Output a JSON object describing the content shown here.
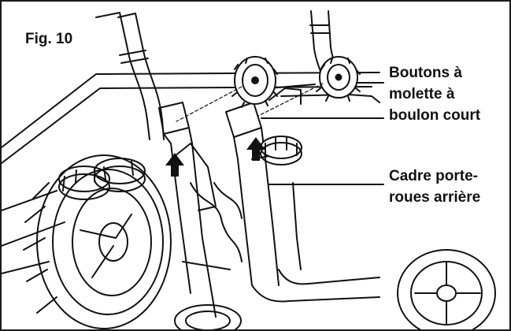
{
  "figure": {
    "title": "Fig. 10"
  },
  "labels": {
    "knobs": [
      "Boutons à",
      "molette à",
      "boulon court"
    ],
    "frame": [
      "Cadre porte-",
      "roues arrière"
    ]
  },
  "colors": {
    "line": "#111111",
    "background": "#ffffff"
  },
  "icons": [
    "up-arrow-icon",
    "star-knob-icon",
    "wheel-icon"
  ]
}
